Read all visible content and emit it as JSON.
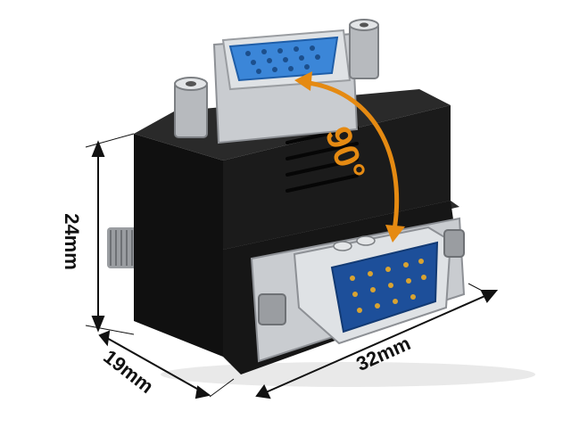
{
  "product": {
    "angle_label": "90°",
    "dimensions": {
      "height": "24mm",
      "depth": "19mm",
      "width": "32mm"
    }
  },
  "colors": {
    "housing": "#1b1b1b",
    "metal_shell": "#c9ccd0",
    "female_insert": "#3b86d8",
    "male_insert": "#1d4f9a",
    "pins": "#d9a331",
    "angle_arrow": "#e58a12",
    "dimension_lines": "#111111"
  }
}
